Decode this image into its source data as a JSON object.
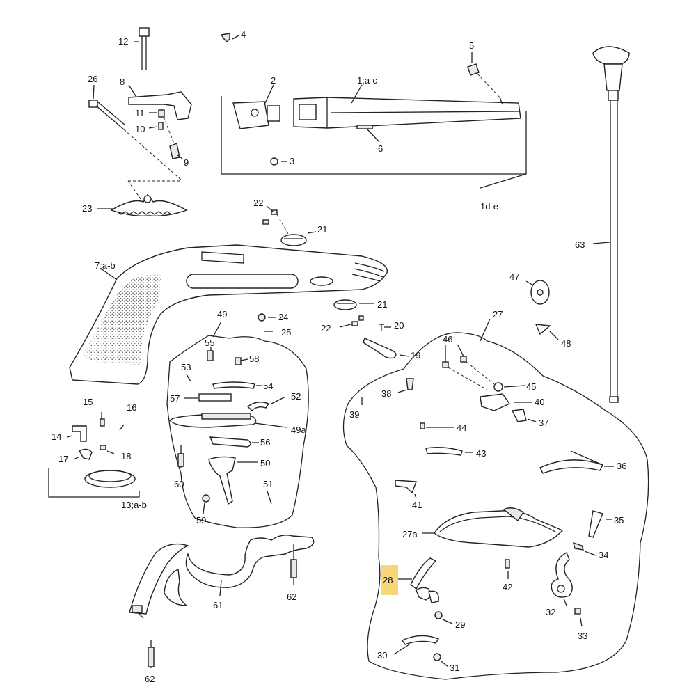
{
  "diagram": {
    "highlight_color": "#f7d77a",
    "line_color": "#222222",
    "highlighted_label": "28",
    "labels": {
      "p1": "1;a-c",
      "p1de": "1d-e",
      "p2": "2",
      "p3": "3",
      "p4": "4",
      "p5": "5",
      "p6": "6",
      "p7": "7;a-b",
      "p8": "8",
      "p9": "9",
      "p10": "10",
      "p11": "11",
      "p12": "12",
      "p13": "13;a-b",
      "p14": "14",
      "p15": "15",
      "p16": "16",
      "p17": "17",
      "p18": "18",
      "p19": "19",
      "p20": "20",
      "p21a": "21",
      "p21b": "21",
      "p22a": "22",
      "p22b": "22",
      "p23": "23",
      "p24": "24",
      "p25": "25",
      "p26": "26",
      "p27": "27",
      "p27a": "27a",
      "p28": "28",
      "p29": "29",
      "p30": "30",
      "p31": "31",
      "p32": "32",
      "p33": "33",
      "p34": "34",
      "p35": "35",
      "p36": "36",
      "p37": "37",
      "p38": "38",
      "p39": "39",
      "p40": "40",
      "p41": "41",
      "p42": "42",
      "p43": "43",
      "p44": "44",
      "p45": "45",
      "p46": "46",
      "p47": "47",
      "p48": "48",
      "p49": "49",
      "p49a": "49a",
      "p50": "50",
      "p51": "51",
      "p52": "52",
      "p53": "53",
      "p54": "54",
      "p55": "55",
      "p56": "56",
      "p57": "57",
      "p58": "58",
      "p59": "59",
      "p60": "60",
      "p61": "61",
      "p62a": "62",
      "p62b": "62",
      "p63": "63"
    }
  }
}
